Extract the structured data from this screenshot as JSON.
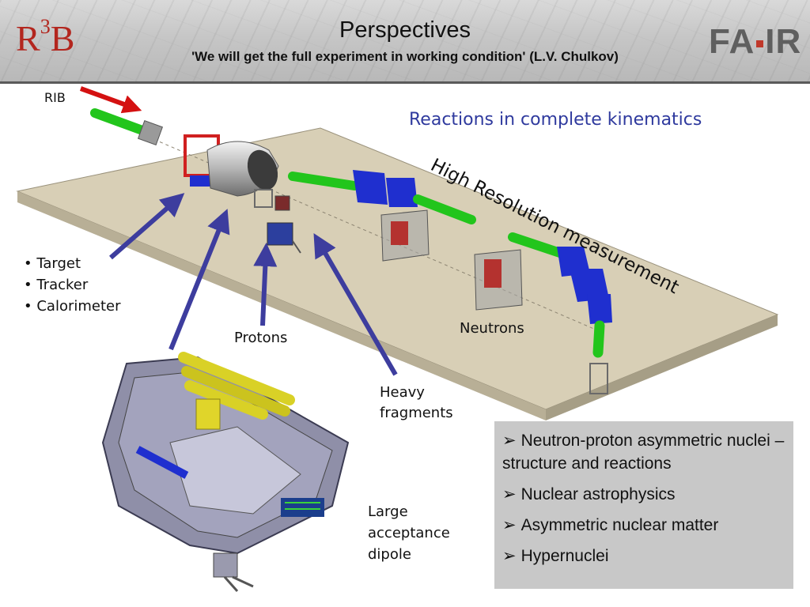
{
  "header": {
    "title": "Perspectives",
    "subtitle": "'We will get the full experiment in working condition' (L.V. Chulkov)",
    "logo_left": {
      "r": "R",
      "three": "3",
      "b": "B"
    },
    "logo_right": {
      "f": "F",
      "a": "A",
      "ir": "IR"
    }
  },
  "labels": {
    "rib": "RIB",
    "reactions": "Reactions in complete kinematics",
    "high_resolution": "High Resolution measurement",
    "protons": "Protons",
    "neutrons": "Neutrons",
    "heavy_line1": "Heavy",
    "heavy_line2": "fragments",
    "dipole_line1": "Large",
    "dipole_line2": "acceptance",
    "dipole_line3": "dipole"
  },
  "detectors": [
    "Target",
    "Tracker",
    "Calorimeter"
  ],
  "topics": [
    "Neutron-proton asymmetric nuclei – structure and reactions",
    "Nuclear astrophysics",
    "Asymmetric nuclear matter",
    "Hypernuclei"
  ],
  "colors": {
    "accent_blue": "#2f3a9e",
    "arrow_blue": "#3d3d9e",
    "rib_arrow": "#d41111",
    "beam_green": "#22c51c",
    "magnet_blue": "#1f2fcf",
    "floor": "#d8cfb6",
    "logo_red": "#b3261e"
  }
}
